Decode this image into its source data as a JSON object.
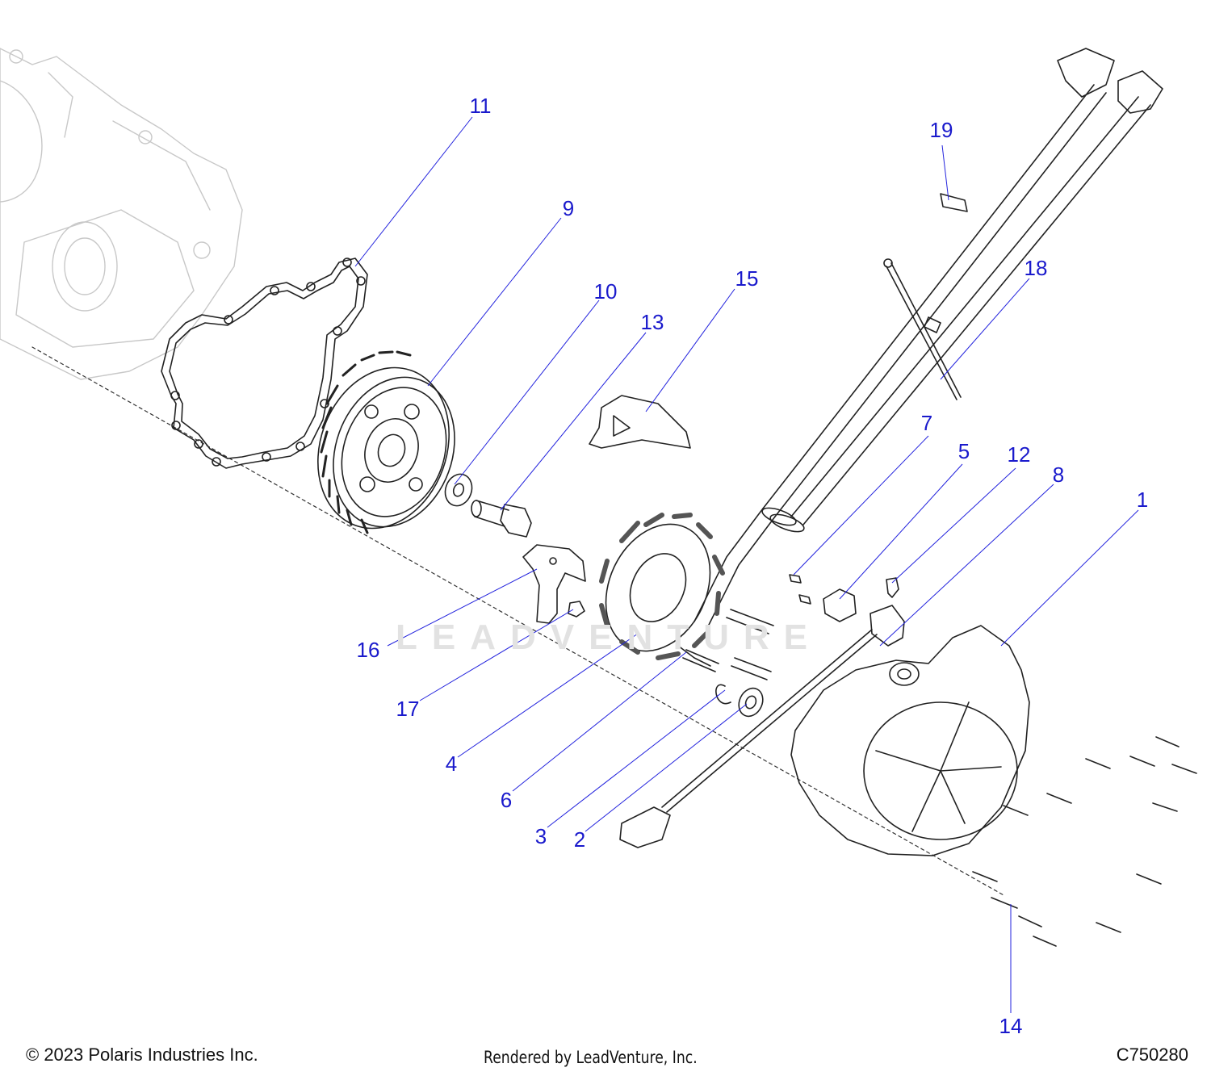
{
  "callouts": [
    {
      "num": "11",
      "id": "gasket"
    },
    {
      "num": "9",
      "id": "flywheel"
    },
    {
      "num": "10",
      "id": "washer"
    },
    {
      "num": "13",
      "id": "flywheel-bolt"
    },
    {
      "num": "15",
      "id": "upper-bracket"
    },
    {
      "num": "19",
      "id": "wire-clip"
    },
    {
      "num": "18",
      "id": "cable-tie"
    },
    {
      "num": "7",
      "id": "screw"
    },
    {
      "num": "5",
      "id": "retainer-plate"
    },
    {
      "num": "12",
      "id": "sensor-screw"
    },
    {
      "num": "8",
      "id": "speed-sensor"
    },
    {
      "num": "1",
      "id": "stator-cover"
    },
    {
      "num": "16",
      "id": "lower-bracket"
    },
    {
      "num": "17",
      "id": "clip"
    },
    {
      "num": "4",
      "id": "stator"
    },
    {
      "num": "6",
      "id": "stator-bolt"
    },
    {
      "num": "3",
      "id": "retaining-ring"
    },
    {
      "num": "2",
      "id": "bearing"
    },
    {
      "num": "14",
      "id": "cover-bolts"
    }
  ],
  "watermark": "LEADVENTURE",
  "footer": {
    "copyright": "© 2023 Polaris Industries Inc.",
    "rendered_by": "Rendered by LeadVenture, Inc.",
    "drawing_id": "C750280"
  }
}
